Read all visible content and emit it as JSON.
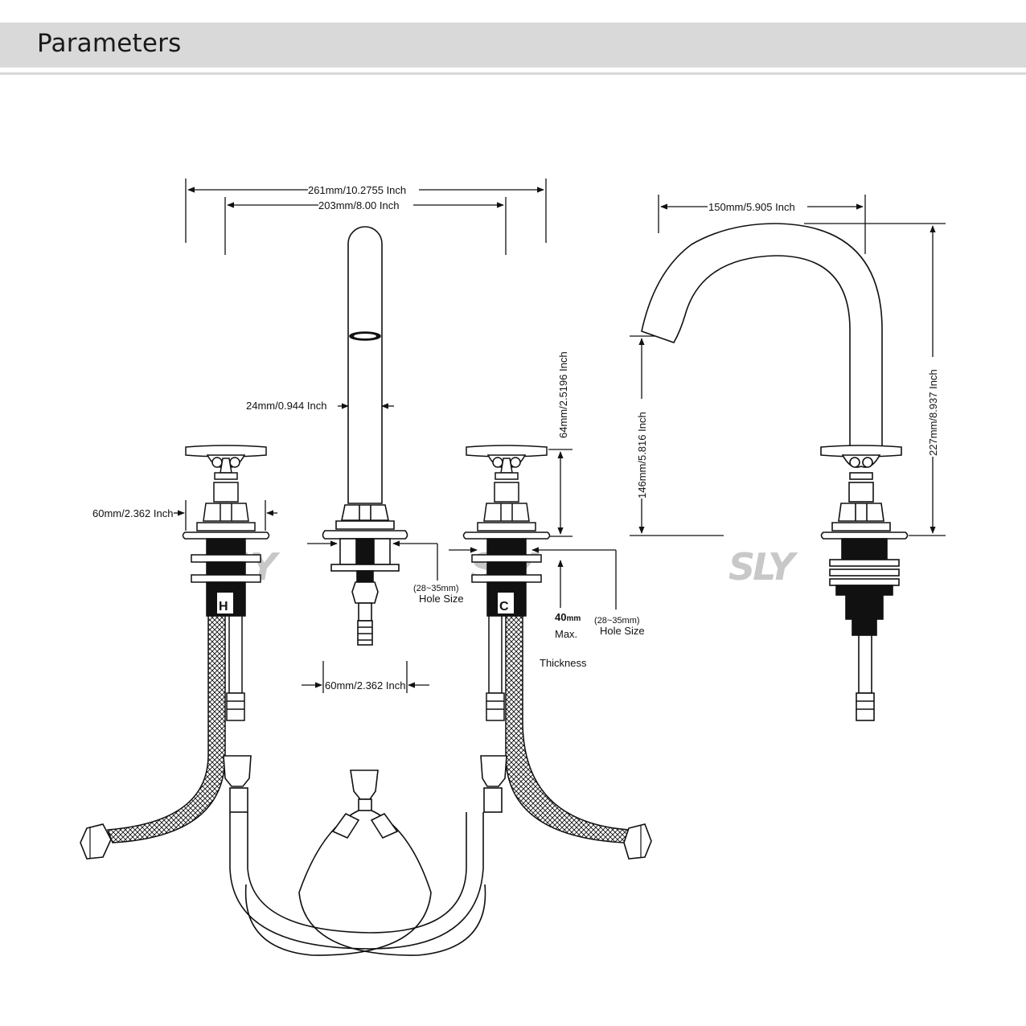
{
  "header": {
    "title": "Parameters"
  },
  "dimensions": {
    "overall_width": "261mm/10.2755 Inch",
    "handle_spacing": "203mm/8.00 Inch",
    "spout_diameter": "24mm/0.944 Inch",
    "spout_height_front": "64mm/2.5196 Inch",
    "handle_base_left": "60mm/2.362 Inch",
    "spout_base_width": "60mm/2.362 Inch",
    "spout_reach": "150mm/5.905 Inch",
    "spout_clearance": "146mm/5.816 Inch",
    "total_height": "227mm/8.937 Inch"
  },
  "hole_size_center": {
    "range": "(28~35mm)",
    "label": "Hole Size"
  },
  "hole_size_right": {
    "range": "(28~35mm)",
    "label": "Hole Size"
  },
  "deck": {
    "value": "40",
    "unit": "mm",
    "max": "Max.",
    "thickness": "Thickness"
  },
  "valve_marks": {
    "hot": "H",
    "cold": "C"
  },
  "watermark": {
    "brand": "SLY"
  },
  "colors": {
    "header_band": "#d9d9d9",
    "line": "#111111",
    "watermark": "#c8c8c8"
  }
}
